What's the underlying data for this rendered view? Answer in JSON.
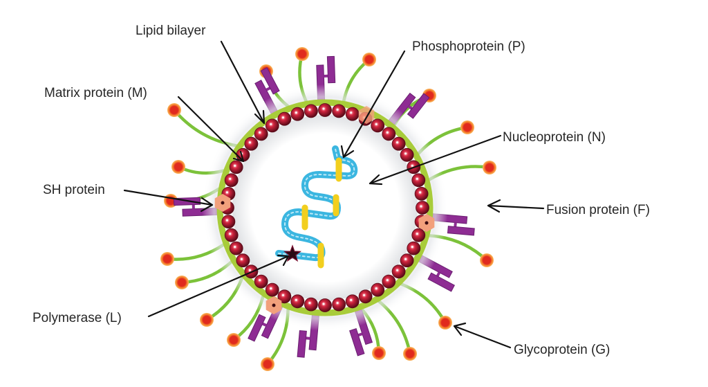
{
  "title": "Paramyxovirus virion structure",
  "colors": {
    "lipid_bilayer": "#a8cc3a",
    "matrix_protein": "#c0203a",
    "matrix_protein_dark": "#5a0a18",
    "nucleoprotein": "#3bb6e0",
    "phosphoprotein": "#f2cf1e",
    "polymerase": "#2a0a14",
    "fusion_protein": "#8e2c93",
    "glycoprotein_stem": "#7cc23a",
    "glycoprotein_head": "#e02a1e",
    "glycoprotein_halo": "#f7a24a",
    "sh_protein": "#f2a07c",
    "label_text": "#262626",
    "leader_line": "#111111"
  },
  "labels": {
    "lipid_bilayer": "Lipid bilayer",
    "matrix_protein": "Matrix protein (M)",
    "sh_protein": "SH protein",
    "polymerase": "Polymerase (L)",
    "phosphoprotein": "Phosphoprotein (P)",
    "nucleoprotein": "Nucleoprotein (N)",
    "fusion_protein": "Fusion protein (F)",
    "glycoprotein": "Glycoprotein (G)"
  },
  "components": [
    {
      "id": "lipid_bilayer",
      "name": "Lipid bilayer",
      "description": "outer green envelope ring"
    },
    {
      "id": "matrix_protein",
      "name": "Matrix protein (M)",
      "description": "ring of red beads beneath envelope"
    },
    {
      "id": "nucleoprotein",
      "name": "Nucleoprotein (N)",
      "description": "blue coiled strand in core"
    },
    {
      "id": "phosphoprotein",
      "name": "Phosphoprotein (P)",
      "description": "yellow bars on coil",
      "count": 4
    },
    {
      "id": "polymerase",
      "name": "Polymerase (L)",
      "description": "dark star at coil end",
      "count": 1
    },
    {
      "id": "fusion_protein",
      "name": "Fusion protein (F)",
      "description": "purple stepped spikes"
    },
    {
      "id": "glycoprotein",
      "name": "Glycoprotein (G)",
      "description": "green stalks with red-orange heads"
    },
    {
      "id": "sh_protein",
      "name": "SH protein",
      "description": "pink hexagonal membrane proteins",
      "count": 4
    }
  ]
}
